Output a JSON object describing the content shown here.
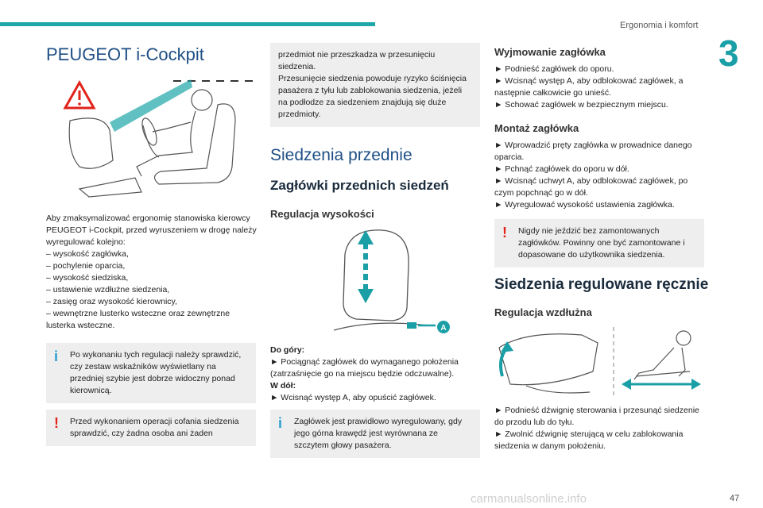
{
  "header": {
    "section_title": "Ergonomia i komfort",
    "chapter_number": "3",
    "page_number": "47"
  },
  "col1": {
    "title": "PEUGEOT i-Cockpit",
    "intro": "Aby zmaksymalizować ergonomię stanowiska kierowcy PEUGEOT i-Cockpit, przed wyruszeniem w drogę należy wyregulować kolejno:",
    "items": [
      "– wysokość zagłówka,",
      "– pochylenie oparcia,",
      "– wysokość siedziska,",
      "– ustawienie wzdłużne siedzenia,",
      "– zasięg oraz wysokość kierownicy,",
      "– wewnętrzne lusterko wsteczne oraz zewnętrzne lusterka wsteczne."
    ],
    "info_box": "Po wykonaniu tych regulacji należy sprawdzić, czy zestaw wskaźników wyświetlany na przedniej szybie jest dobrze widoczny ponad kierownicą.",
    "warning_box": "Przed wykonaniem operacji cofania siedzenia sprawdzić, czy żadna osoba ani żaden"
  },
  "col2": {
    "warning_cont": "przedmiot nie przeszkadza w przesunięciu siedzenia.\nPrzesunięcie siedzenia powoduje ryzyko ściśnięcia pasażera z tyłu lub zablokowania siedzenia, jeżeli na podłodze za siedzeniem znajdują się duże przedmioty.",
    "section_title": "Siedzenia przednie",
    "sub_title": "Zagłówki przednich siedzeń",
    "sub2_title": "Regulacja wysokości",
    "callout": "A",
    "from_top_label": "Do góry:",
    "from_top_text": "► Pociągnąć zagłówek do wymaganego położenia (zatrzaśnięcie go na miejscu będzie odczuwalne).",
    "down_label": "W dół:",
    "down_text": "► Wcisnąć występ A, aby opuścić zagłówek.",
    "info_box": "Zagłówek jest prawidłowo wyregulowany, gdy jego górna krawędź jest wyrównana ze szczytem głowy pasażera."
  },
  "col3": {
    "remove_title": "Wyjmowanie zagłówka",
    "remove_steps": [
      "► Podnieść zagłówek do oporu.",
      "► Wcisnąć występ A, aby odblokować zagłówek, a następnie całkowicie go unieść.",
      "► Schować zagłówek w bezpiecznym miejscu."
    ],
    "install_title": "Montaż zagłówka",
    "install_steps": [
      "► Wprowadzić pręty zagłówka w prowadnice danego oparcia.",
      "► Pchnąć zagłówek do oporu w dół.",
      "► Wcisnąć uchwyt A, aby odblokować zagłówek, po czym popchnąć go w dół.",
      "► Wyregulować wysokość ustawienia zagłówka."
    ],
    "warning_box": "Nigdy nie jeździć bez zamontowanych zagłówków. Powinny one być zamontowane i dopasowane do użytkownika siedzenia.",
    "section_title": "Siedzenia regulowane ręcznie",
    "sub2_title": "Regulacja wzdłużna",
    "steps": [
      "► Podnieść dźwignię sterowania i przesunąć siedzenie do przodu lub do tyłu.",
      "► Zwolnić dźwignię sterującą w celu zablokowania siedzenia w danym położeniu."
    ]
  },
  "footer": {
    "watermark": "carmanualsonline.info"
  },
  "colors": {
    "accent": "#1ea7a8",
    "heading": "#1f4f84",
    "info": "#2a9fd0",
    "warning": "#e2231a",
    "box_bg": "#eeeeee"
  }
}
